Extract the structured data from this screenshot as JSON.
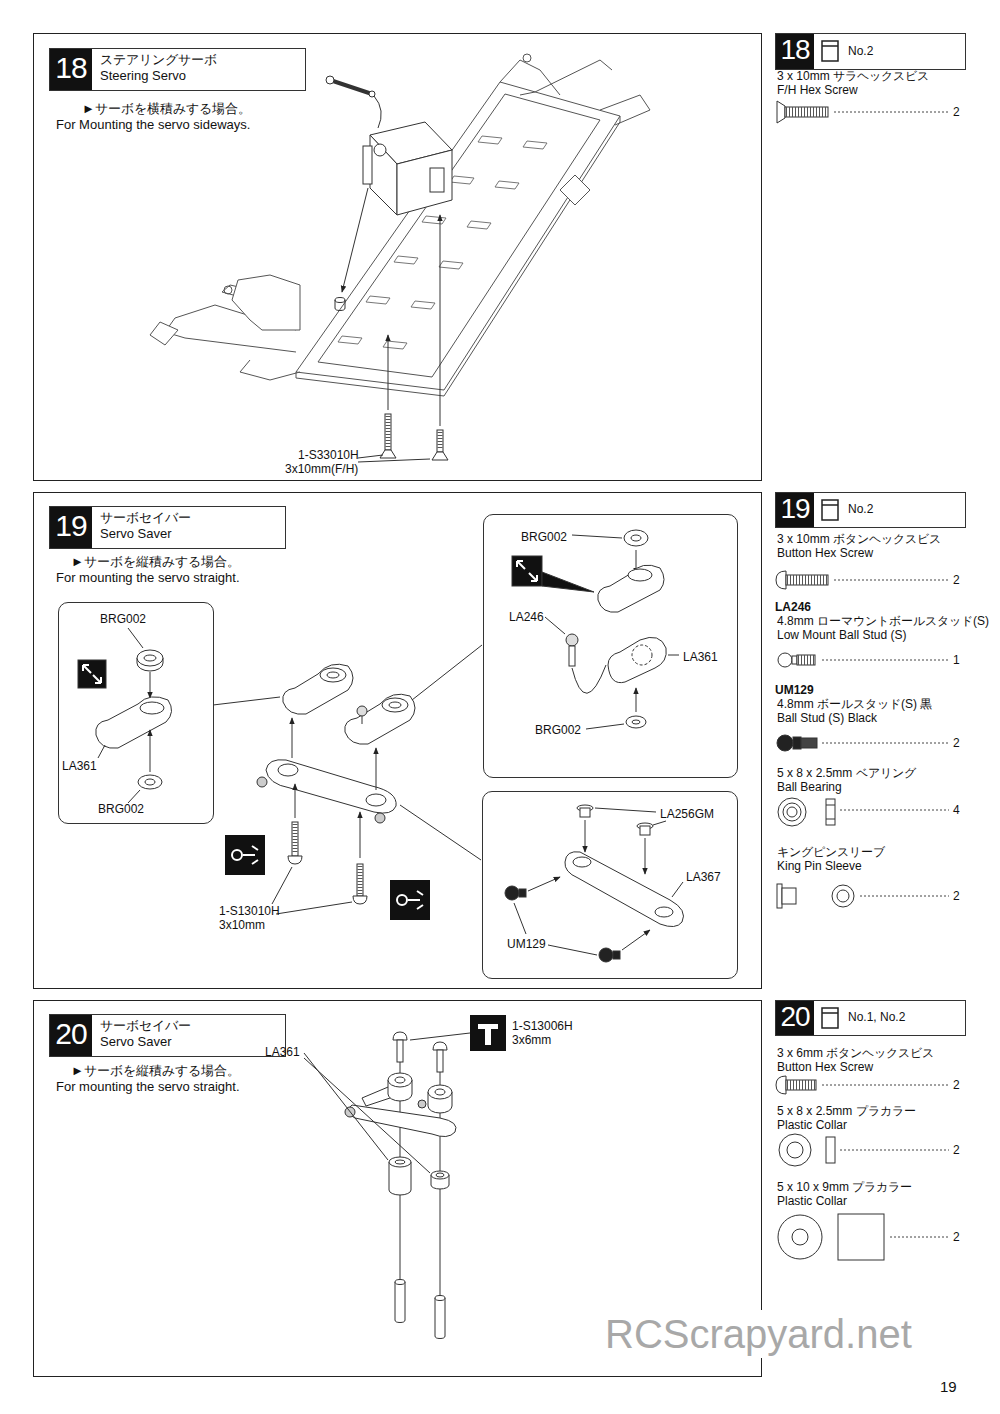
{
  "diagram": {
    "nodes": [
      {
        "text": [
          "►サーボを横積みする場合。 For Mounting the servo sideways."
        ]
      },
      {
        "text": [
          "18",
          "ステアリングサーボ Steering Servo"
        ],
        "in": 0
      },
      {
        "text": [
          "18",
          "No.2"
        ]
      },
      {
        "text": [
          "►サーボを縦積みする場合。 For mounting the servo straight."
        ]
      },
      {
        "text": [
          "19",
          "サーボセイバー Servo Saver"
        ],
        "in": 3
      },
      {
        "text": [
          "BRG002",
          "LA361",
          "BRG002"
        ],
        "in": 3
      },
      {
        "text": [
          "BRG002",
          "LA246",
          "LA361",
          "BRG002"
        ],
        "in": 3
      },
      {
        "text": [
          "LA256GM",
          "LA367",
          "UM129"
        ],
        "in": 3
      },
      {
        "text": [
          "19",
          "No.2"
        ]
      },
      {
        "text": [
          "►サーボを縦積みする場合。 For mounting the servo straight."
        ]
      },
      {
        "text": [
          "20",
          "サーボセイバー Servo Saver"
        ],
        "in": 9
      },
      {
        "text": [
          "20",
          "No.1, No.2"
        ]
      }
    ],
    "labels": [
      "1-S33010H 3x10mm(F/H)",
      "3 x 10mm サラヘックスビス F/H Hex Screw",
      "2",
      "1-S13010H 3x10mm",
      "3 x 10mm ボタンヘックスビス Button Hex Screw",
      "2",
      "LA246",
      "4.8mm ローマウントボールスタッド(S) Low Mount Ball Stud (S)",
      "1",
      "UM129",
      "4.8mm ボールスタッド(S) 黒 Ball Stud (S) Black",
      "2",
      "5 x 8 x 2.5mm ベアリング Ball Bearing",
      "4",
      "キングピンスリーブ King Pin Sleeve",
      "2",
      "1-S13006H 3x6mm",
      "LA361",
      "3 x 6mm ボタンヘックスビス Button Hex Screw",
      "2",
      "5 x 8 x 2.5mm プラカラー Plastic Collar",
      "2",
      "5 x 10 x 9mm プラカラー Plastic Collar",
      "2",
      "RCScrapyard.net",
      "19"
    ]
  }
}
